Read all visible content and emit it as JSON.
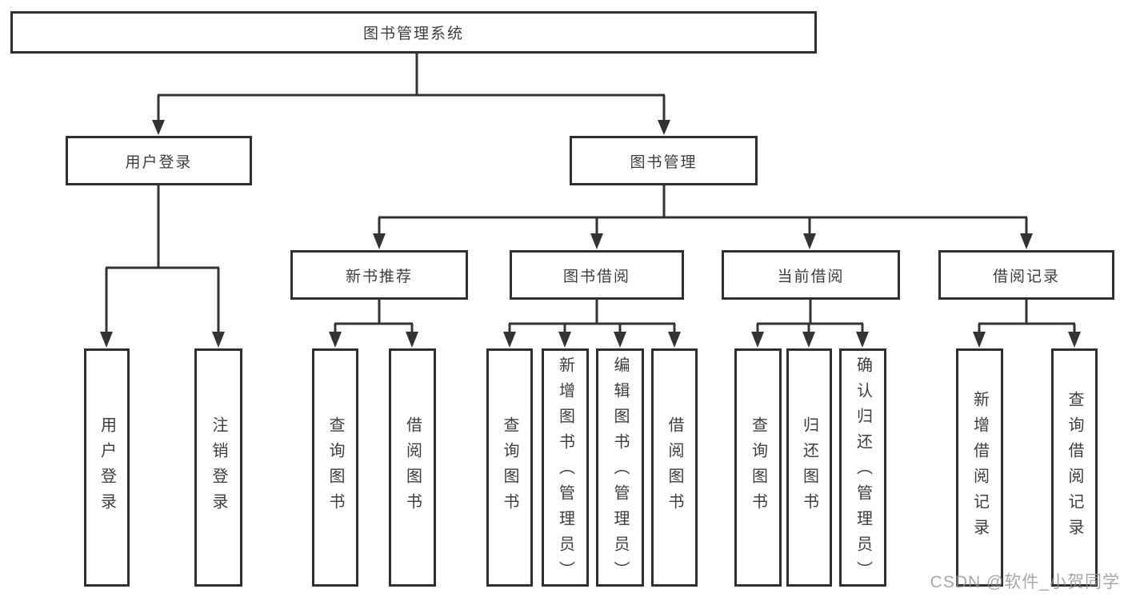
{
  "colors": {
    "line": "#333333",
    "border": "#2f2f2f",
    "text": "#3d3d3d",
    "background": "#ffffff",
    "watermark_gray": "#919191"
  },
  "watermark": "CSDN @软件_小贺同学",
  "diagram": {
    "root": {
      "label": "图书管理系统"
    },
    "branches": [
      {
        "label": "用户登录",
        "children": [
          {
            "label": "用户登录"
          },
          {
            "label": "注销登录"
          }
        ]
      },
      {
        "label": "图书管理",
        "children": [
          {
            "label": "新书推荐",
            "children": [
              {
                "label": "查询图书"
              },
              {
                "label": "借阅图书"
              }
            ]
          },
          {
            "label": "图书借阅",
            "children": [
              {
                "label": "查询图书"
              },
              {
                "label": "新增图书（管理员）"
              },
              {
                "label": "编辑图书（管理员）"
              },
              {
                "label": "借阅图书"
              }
            ]
          },
          {
            "label": "当前借阅",
            "children": [
              {
                "label": "查询图书"
              },
              {
                "label": "归还图书"
              },
              {
                "label": "确认归还（管理员）"
              }
            ]
          },
          {
            "label": "借阅记录",
            "children": [
              {
                "label": "新增借阅记录"
              },
              {
                "label": "查询借阅记录"
              }
            ]
          }
        ]
      }
    ]
  }
}
